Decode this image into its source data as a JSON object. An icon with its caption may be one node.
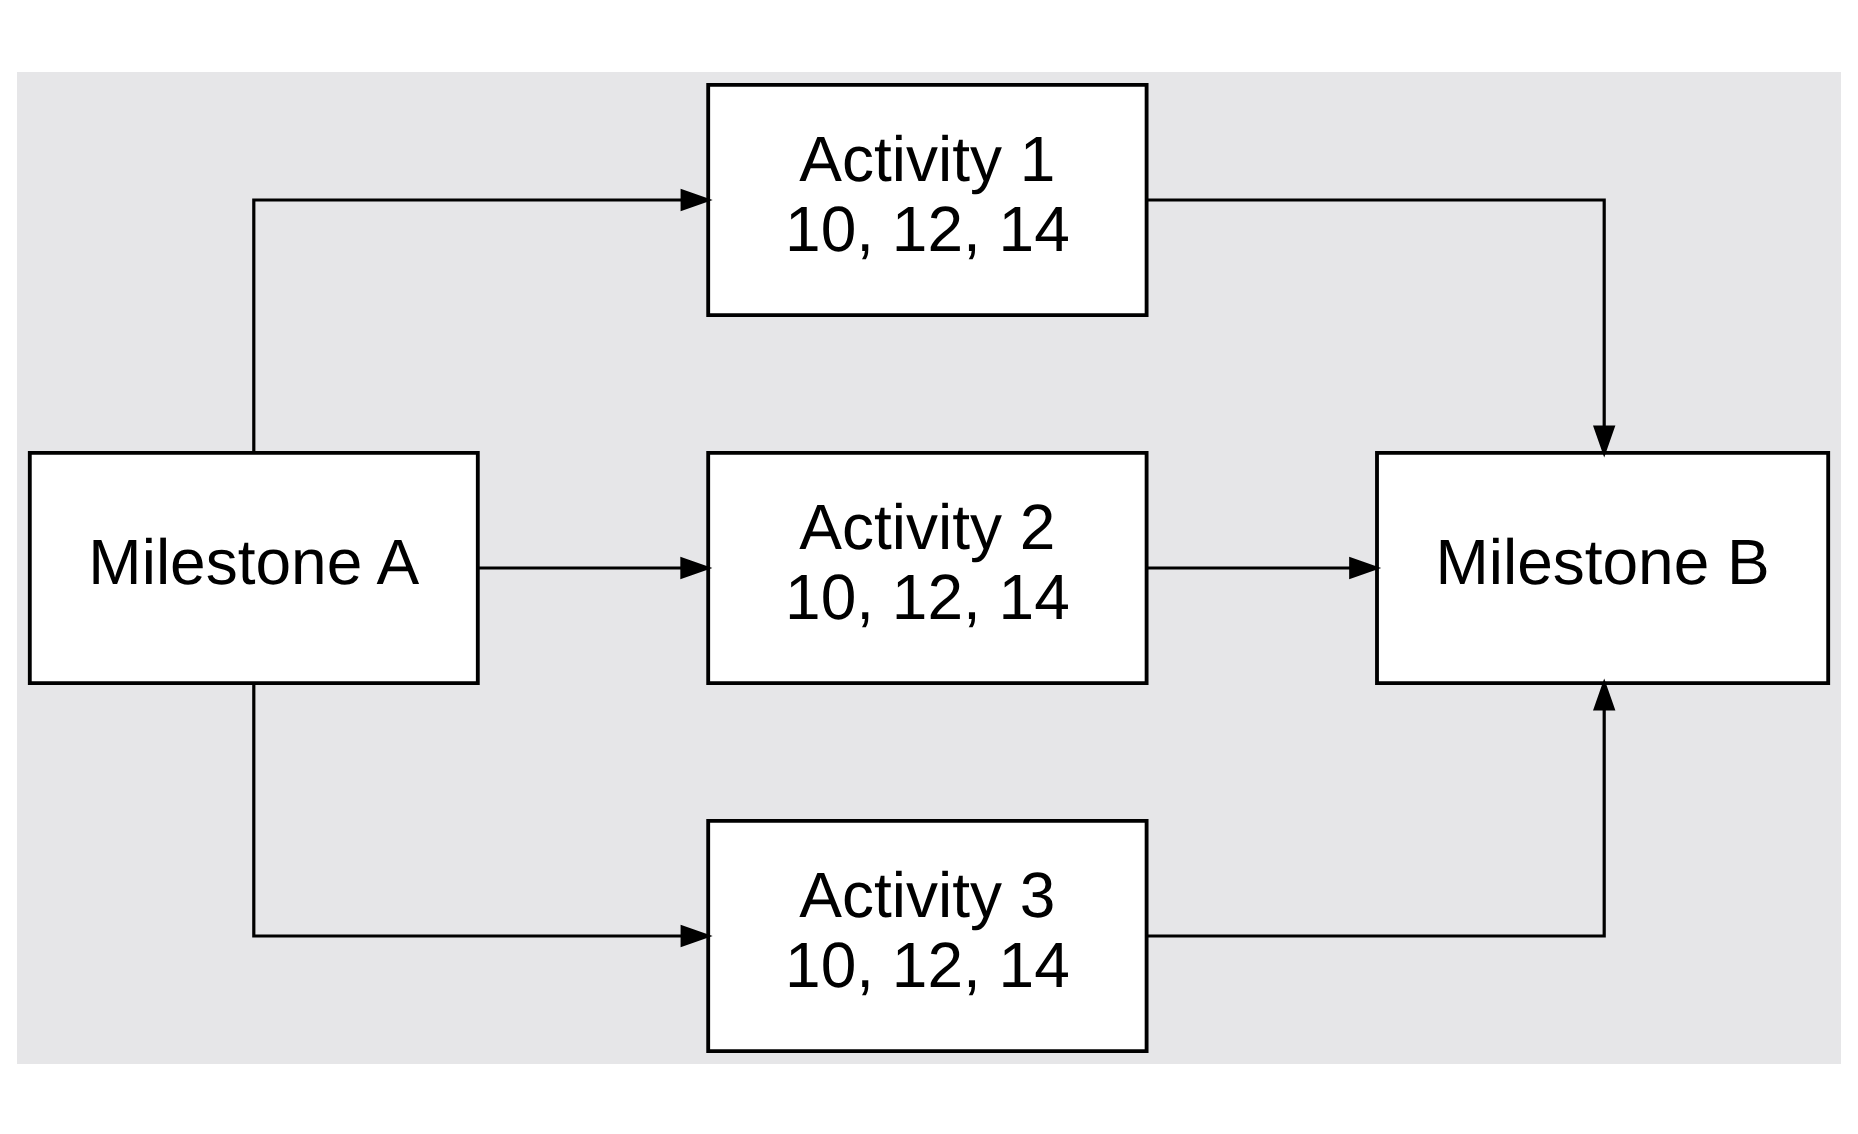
{
  "diagram": {
    "nodes": [
      {
        "text": [
          "Milestone A"
        ]
      },
      {
        "text": [
          "Activity 1",
          "10, 12, 14"
        ]
      },
      {
        "text": [
          "Activity 2",
          "10, 12, 14"
        ]
      },
      {
        "text": [
          "Activity 3",
          "10, 12, 14"
        ]
      },
      {
        "text": [
          "Milestone B"
        ]
      }
    ],
    "edges": [
      {
        "from": 0,
        "to": 1,
        "arrow": "to"
      },
      {
        "from": 0,
        "to": 2,
        "arrow": "to"
      },
      {
        "from": 0,
        "to": 3,
        "arrow": "to"
      },
      {
        "from": 1,
        "to": 4,
        "arrow": "to"
      },
      {
        "from": 2,
        "to": 4,
        "arrow": "to"
      },
      {
        "from": 3,
        "to": 4,
        "arrow": "to"
      }
    ]
  }
}
